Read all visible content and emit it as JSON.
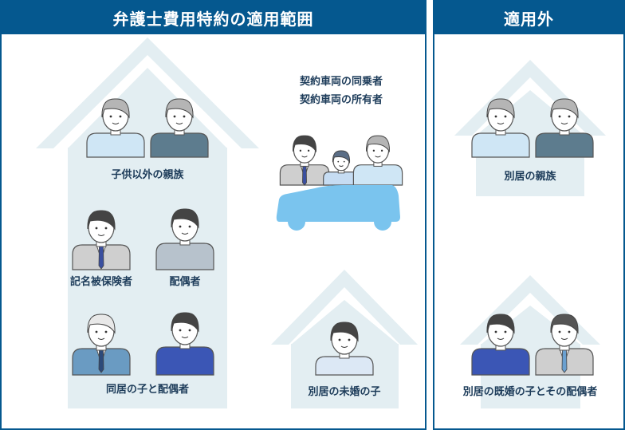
{
  "covered": {
    "title": "弁護士費用特約の適用範囲",
    "labels": {
      "relatives": "子供以外の親族",
      "insured": "記名被保険者",
      "spouse": "配偶者",
      "cohabiting_child": "同居の子と配偶者",
      "passenger": "契約車両の同乗者",
      "owner": "契約車両の所有者",
      "unmarried_child": "別居の未婚の子"
    }
  },
  "excluded": {
    "title": "適用外",
    "labels": {
      "separate_relatives": "別居の親族",
      "married_child": "別居の既婚の子とその配偶者"
    }
  },
  "colors": {
    "brand": "#05588f",
    "house": "#e3eef2",
    "car": "#7ac4ee",
    "text": "#1d3c5a"
  }
}
